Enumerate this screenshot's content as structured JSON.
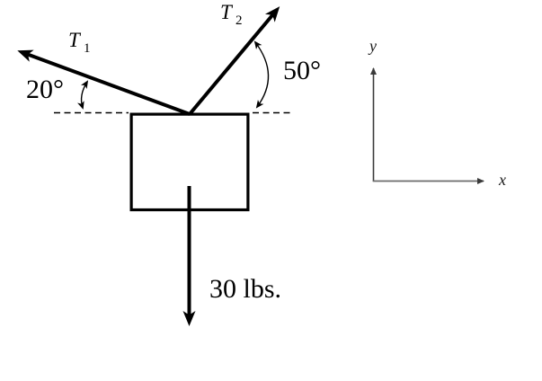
{
  "diagram": {
    "type": "free-body-diagram",
    "background_color": "#ffffff",
    "ink_color": "#000000",
    "axis_ink_color": "#4a4a4a",
    "tension_1": {
      "symbol": "T",
      "subscript": "1",
      "angle_label": "20°",
      "angle_deg": 20,
      "direction": "up-left"
    },
    "tension_2": {
      "symbol": "T",
      "subscript": "2",
      "angle_label": "50°",
      "angle_deg": 50,
      "direction": "up-right"
    },
    "weight": {
      "label": "30 lbs.",
      "value": 30,
      "unit": "lbs",
      "direction": "down"
    },
    "axes": {
      "x_label": "x",
      "y_label": "y"
    }
  }
}
